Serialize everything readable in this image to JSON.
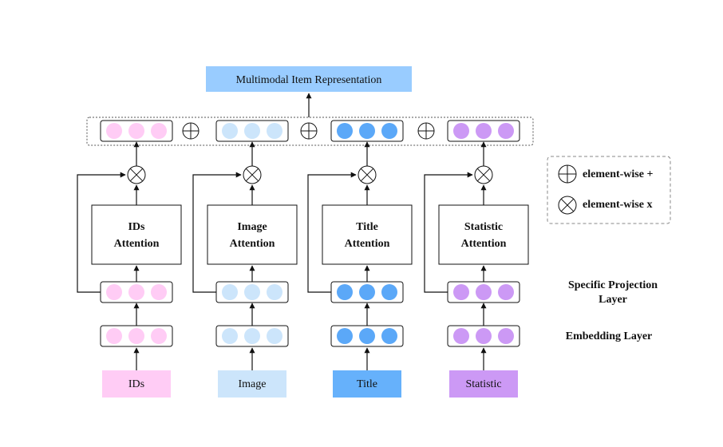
{
  "top_output": {
    "label": "Multimodal Item Representation",
    "color": "#99ccff"
  },
  "columns": [
    {
      "id": "ids",
      "input_label": "IDs",
      "attention_line1": "IDs",
      "attention_line2": "Attention",
      "dot_color": "#ffccf5",
      "input_color": "#ffccf5"
    },
    {
      "id": "image",
      "input_label": "Image",
      "attention_line1": "Image",
      "attention_line2": "Attention",
      "dot_color": "#cce5fb",
      "input_color": "#cce5fb"
    },
    {
      "id": "title",
      "input_label": "Title",
      "attention_line1": "Title",
      "attention_line2": "Attention",
      "dot_color": "#5ba8f8",
      "input_color": "#66b1fb"
    },
    {
      "id": "statistic",
      "input_label": "Statistic",
      "attention_line1": "Statistic",
      "attention_line2": "Attention",
      "dot_color": "#cc99f5",
      "input_color": "#cc99f5"
    }
  ],
  "layers": {
    "projection_line1": "Specific Projection",
    "projection_line2": "Layer",
    "embedding": "Embedding Layer"
  },
  "legend": {
    "plus_label": "element-wise +",
    "times_label": "element-wise x"
  }
}
